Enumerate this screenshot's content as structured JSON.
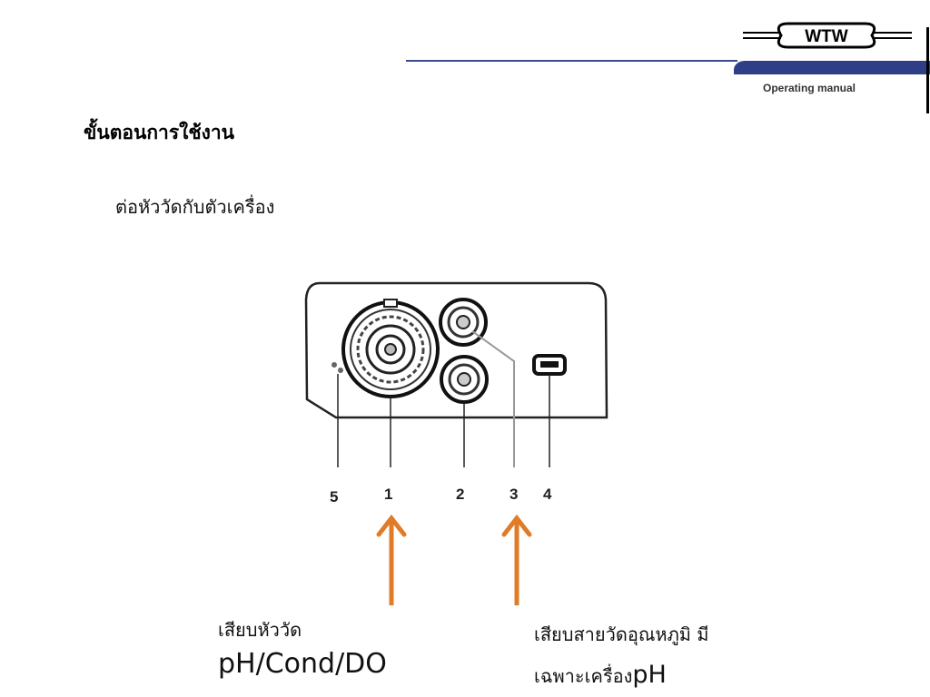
{
  "header": {
    "brand": "WTW",
    "manual_label": "Operating manual"
  },
  "page": {
    "title": "ขั้นตอนการใช้งาน",
    "step": "ต่อหัววัดกับตัวเครื่อง"
  },
  "figure": {
    "callouts": [
      "5",
      "1",
      "2",
      "3",
      "4"
    ]
  },
  "labels": {
    "left_line1": "เสียบหัววัด",
    "left_line2": "pH/Cond/DO",
    "right_line1": "เสียบสายวัดอุณหภูมิ มี",
    "right_line2_prefix": "เฉพาะเครื่อง",
    "right_line2_suffix": "pH"
  },
  "colors": {
    "accent_blue": "#2f3f86",
    "arrow_orange": "#e07b28"
  }
}
